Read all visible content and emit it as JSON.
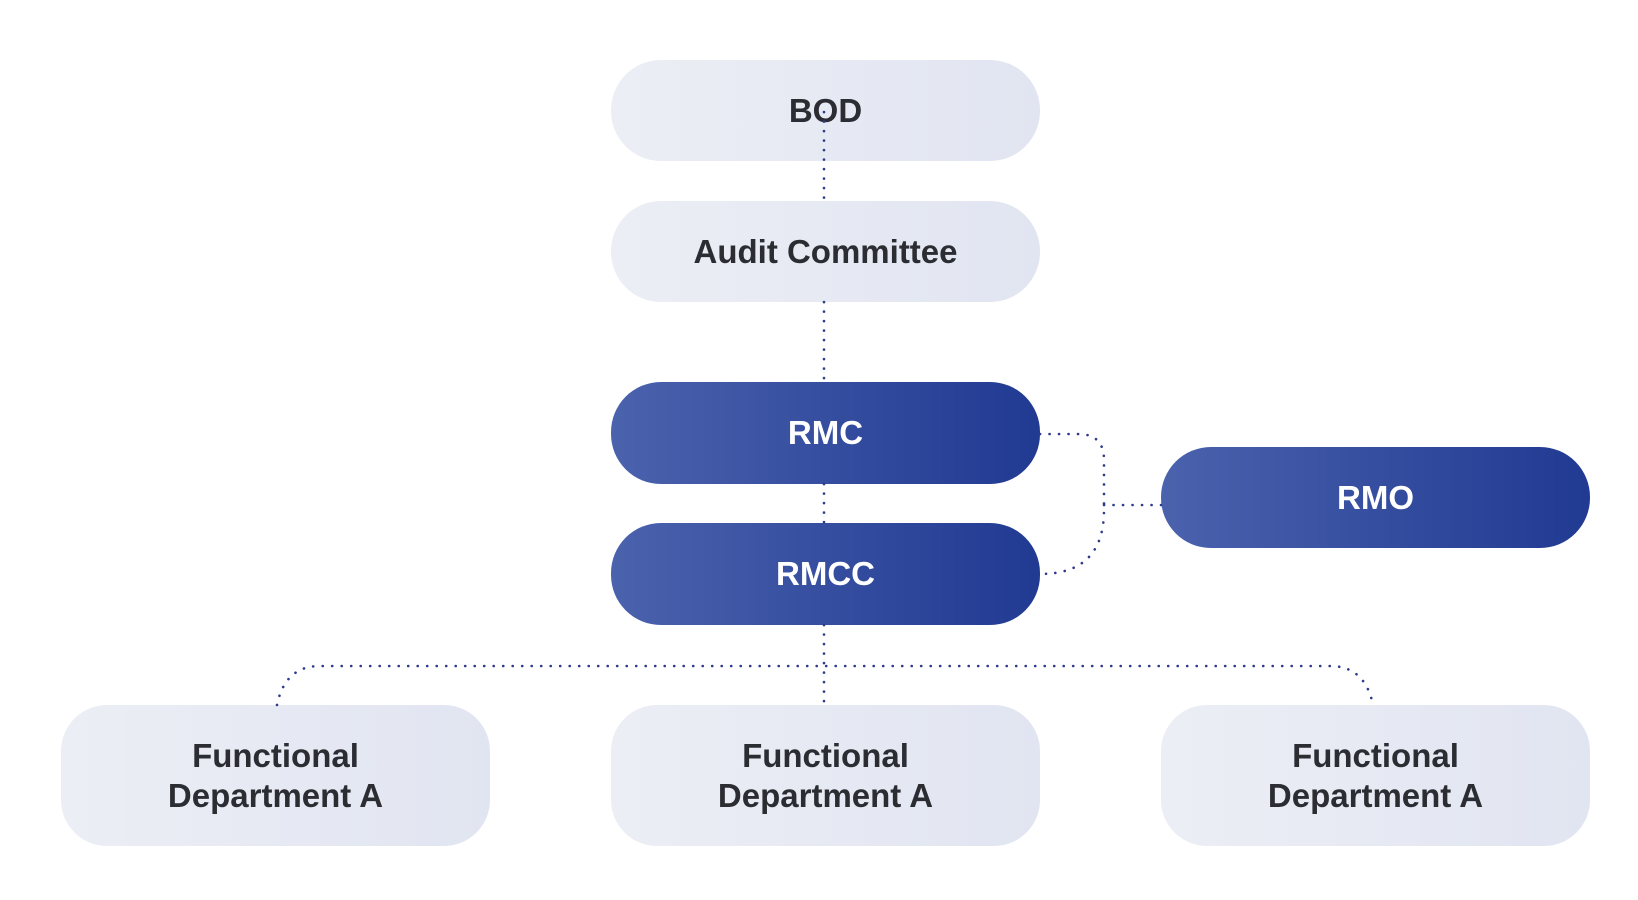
{
  "diagram": {
    "nodes": {
      "bod": {
        "label": "BOD"
      },
      "audit_committee": {
        "label": "Audit Committee"
      },
      "rmc": {
        "label": "RMC"
      },
      "rmcc": {
        "label": "RMCC"
      },
      "rmo": {
        "label": "RMO"
      },
      "departments": [
        {
          "line1": "Functional",
          "line2": "Department A"
        },
        {
          "line1": "Functional",
          "line2": "Department A"
        },
        {
          "line1": "Functional",
          "line2": "Department A"
        }
      ]
    },
    "colors": {
      "light_node_start": "#eceef5",
      "light_node_end": "#e1e5f1",
      "dark_node_start": "#4b62ad",
      "dark_node_end": "#213a92",
      "light_node_text": "#2b2d33",
      "dark_node_text": "#ffffff",
      "connector": "#2e3a8c"
    },
    "connector_style": "dotted"
  }
}
